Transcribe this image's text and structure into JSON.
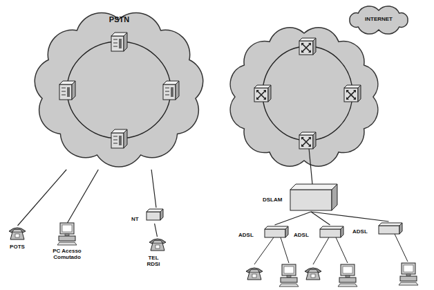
{
  "diagram": {
    "nodes": [
      {
        "text": [
          "PSTN"
        ]
      },
      {
        "text": [
          "POTS"
        ]
      },
      {
        "text": [
          "PC Acesso Comutado"
        ]
      },
      {
        "text": [
          "NT"
        ]
      },
      {
        "text": [
          "TEL RDSI"
        ]
      },
      {
        "text": [
          "INTERNET"
        ]
      },
      {
        "text": [
          "DSLAM"
        ]
      },
      {
        "text": [
          "ADSL"
        ]
      },
      {
        "text": [
          "ADSL"
        ]
      },
      {
        "text": [
          "ADSL"
        ]
      }
    ],
    "edges": [
      {
        "from": 1,
        "to": 0,
        "arrow": "none"
      },
      {
        "from": 2,
        "to": 0,
        "arrow": "none"
      },
      {
        "from": 3,
        "to": 0,
        "arrow": "none"
      },
      {
        "from": 4,
        "to": 3,
        "arrow": "none"
      },
      {
        "from": 6,
        "to": 7,
        "arrow": "none"
      },
      {
        "from": 6,
        "to": 8,
        "arrow": "none"
      },
      {
        "from": 6,
        "to": 9,
        "arrow": "none"
      }
    ]
  }
}
